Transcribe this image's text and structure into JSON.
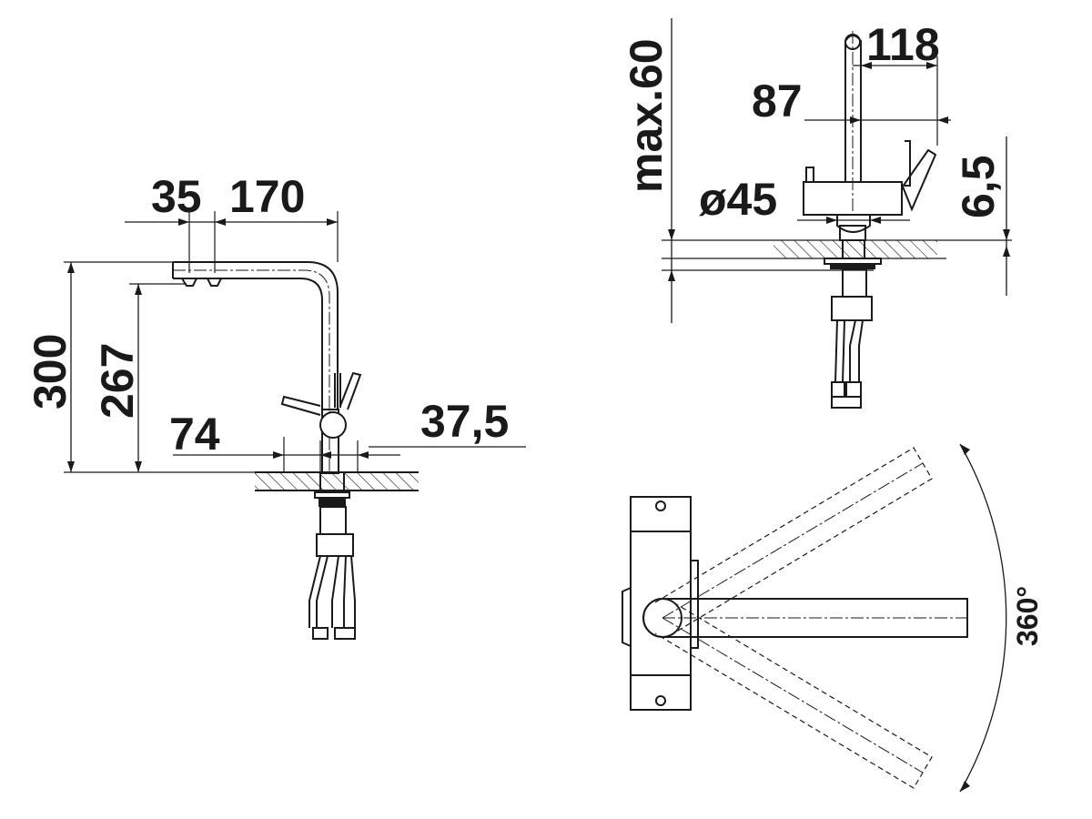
{
  "side_view": {
    "dim_35": "35",
    "dim_170": "170",
    "dim_300": "300",
    "dim_267": "267",
    "dim_74": "74",
    "dim_37_5": "37,5"
  },
  "front_view": {
    "dim_max60": "max.60",
    "dim_118": "118",
    "dim_87": "87",
    "dim_o45": "ø45",
    "dim_6_5": "6,5"
  },
  "top_view": {
    "swivel_angle": "360°"
  }
}
